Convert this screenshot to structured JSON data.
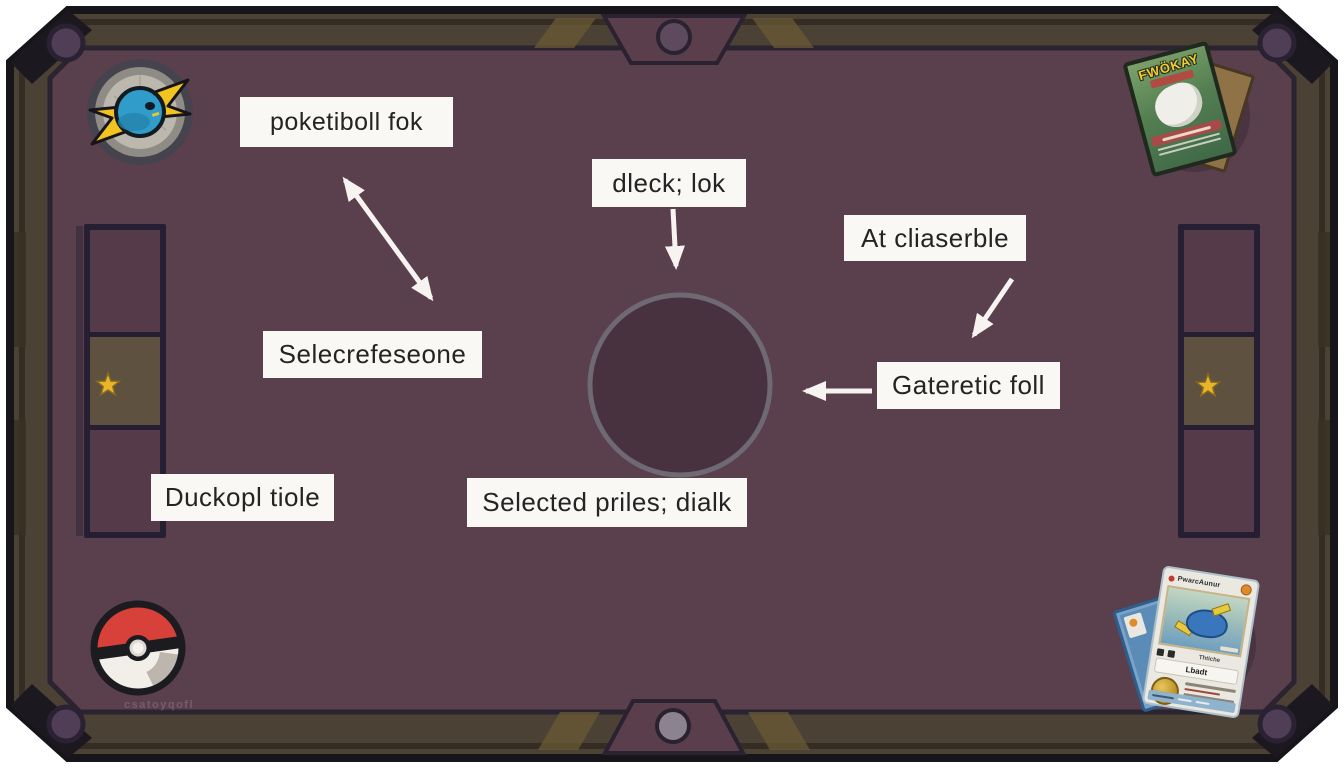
{
  "theme": {
    "colors": {
      "page_bg": "#ffffff",
      "frame_base": "#4b4134",
      "frame_dark": "#2f281f",
      "frame_edge": "#17141a",
      "frame_stripe": "#6a5a36",
      "felt": "#5a3f4d",
      "felt_line": "#2a2330",
      "slot_border": "#261f33",
      "slot_fill": "#553b49",
      "slot_olive": "#5e5140",
      "star_gold": "#e9b62b",
      "circle_fill": "#48323f",
      "circle_ring": "#6f6974",
      "tab_fill": "#5a3e4b",
      "screw_fill": "#4f3e56",
      "label_bg": "#faf8f5",
      "label_text": "#242424",
      "arrow": "#f6f3f0",
      "shadow_spot": "#4a3441",
      "pokeball_red": "#d8403a",
      "emblem_blue": "#2f9cc9"
    }
  },
  "labels": {
    "top_left": "poketiboll fok",
    "top_center": "dleck; lok",
    "top_right": "At cliaserble",
    "mid_left": "Selecrefeseone",
    "mid_right": "Gateretic foll",
    "bottom_left": "Duckopl tiole",
    "bottom_center": "Selected priles; dialk"
  },
  "watermark": "csatoyqofl",
  "cards": {
    "top_right": {
      "logo": "FWÖKAY"
    },
    "bottom_right": {
      "title": "PwarcAunur",
      "type_line": "Thtiche",
      "ability": "Lbadt"
    }
  }
}
